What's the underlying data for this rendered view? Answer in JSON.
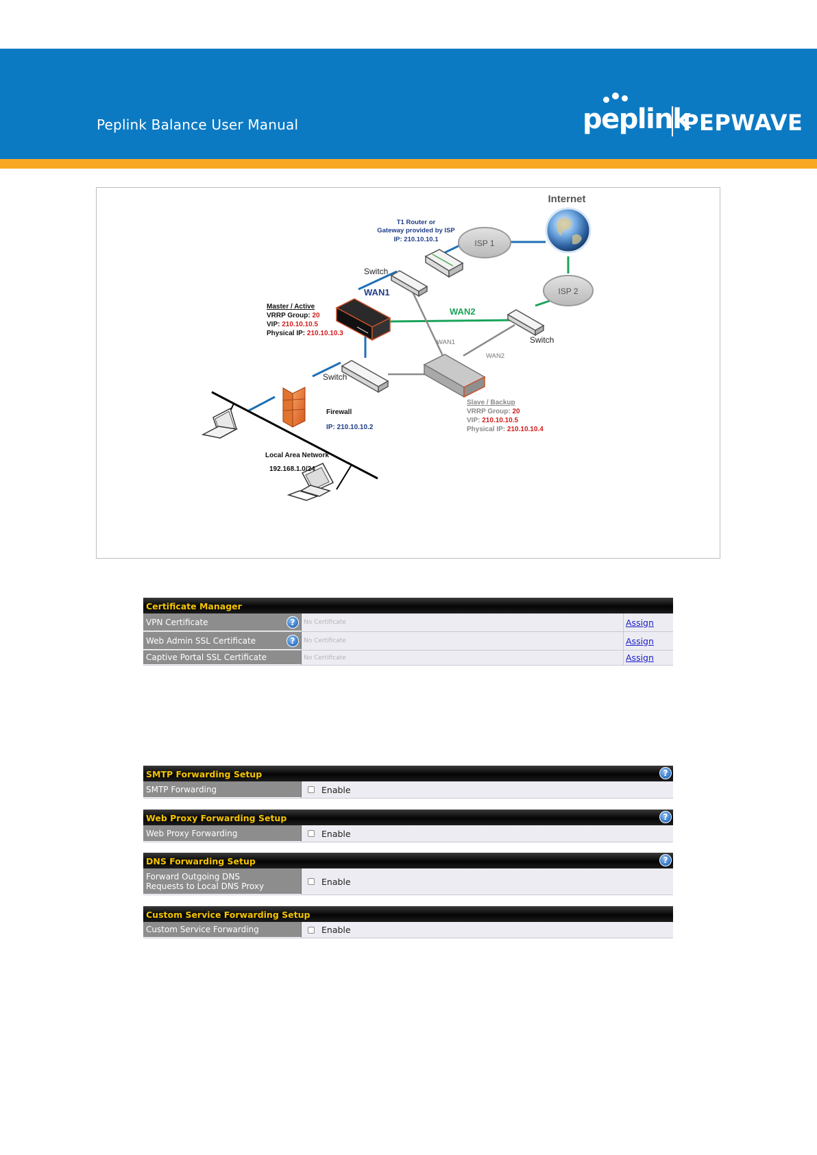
{
  "header": {
    "manual_title": "Peplink Balance User Manual",
    "logo_left": "peplink",
    "logo_right": "PEPWAVE",
    "banner_color": "#0c7ac3",
    "stripe_color": "#f7a823"
  },
  "diagram": {
    "internet": "Internet",
    "isp1": "ISP 1",
    "isp2": "ISP 2",
    "t1_line1": "T1 Router or",
    "t1_line2": "Gateway provided by ISP",
    "t1_ip": "IP: 210.10.10.1",
    "switch_top": "Switch",
    "switch_right": "Switch",
    "switch_left": "Switch",
    "wan1_main": "WAN1",
    "wan2_main": "WAN2",
    "wan1_slave": "WAN1",
    "wan2_slave": "WAN2",
    "master_title": "Master / Active",
    "master_vrrp_label": "VRRP Group: ",
    "master_vrrp_val": "20",
    "master_vip_label": "VIP: ",
    "master_vip_val": "210.10.10.5",
    "master_phys_label": "Physical IP: ",
    "master_phys_val": "210.10.10.3",
    "slave_title": "Slave / Backup",
    "slave_vrrp_label": "VRRP Group: ",
    "slave_vrrp_val": "20",
    "slave_vip_label": "VIP: ",
    "slave_vip_val": "210.10.10.5",
    "slave_phys_label": "Physical IP: ",
    "slave_phys_val": "210.10.10.4",
    "firewall": "Firewall",
    "firewall_ip": "IP: 210.10.10.2",
    "lan_title": "Local Area Network",
    "lan_subnet": "192.168.1.0/24",
    "colors": {
      "wan1": "#1f6fb5",
      "wan2": "#1aa35a",
      "gray": "#8a8a8a",
      "red": "#d11a1a",
      "navy": "#1f3c88"
    }
  },
  "certificate_manager": {
    "title": "Certificate Manager",
    "rows": [
      {
        "label": "VPN Certificate",
        "value": "No Certificate",
        "action": "Assign",
        "help": "?"
      },
      {
        "label": "Web Admin SSL Certificate",
        "value": "No Certificate",
        "action": "Assign",
        "help": "?"
      },
      {
        "label": "Captive Portal SSL Certificate",
        "value": "No Certificate",
        "action": "Assign"
      }
    ]
  },
  "smtp": {
    "title": "SMTP Forwarding Setup",
    "label": "SMTP Forwarding",
    "option": "Enable",
    "help": "?"
  },
  "web_proxy": {
    "title": "Web Proxy Forwarding Setup",
    "label": "Web Proxy Forwarding",
    "option": "Enable",
    "help": "?"
  },
  "dns": {
    "title": "DNS Forwarding Setup",
    "label_line1": "Forward Outgoing DNS",
    "label_line2": "Requests to Local DNS Proxy",
    "option": "Enable",
    "help": "?"
  },
  "custom": {
    "title": "Custom Service Forwarding Setup",
    "label": "Custom Service Forwarding",
    "option": "Enable"
  }
}
